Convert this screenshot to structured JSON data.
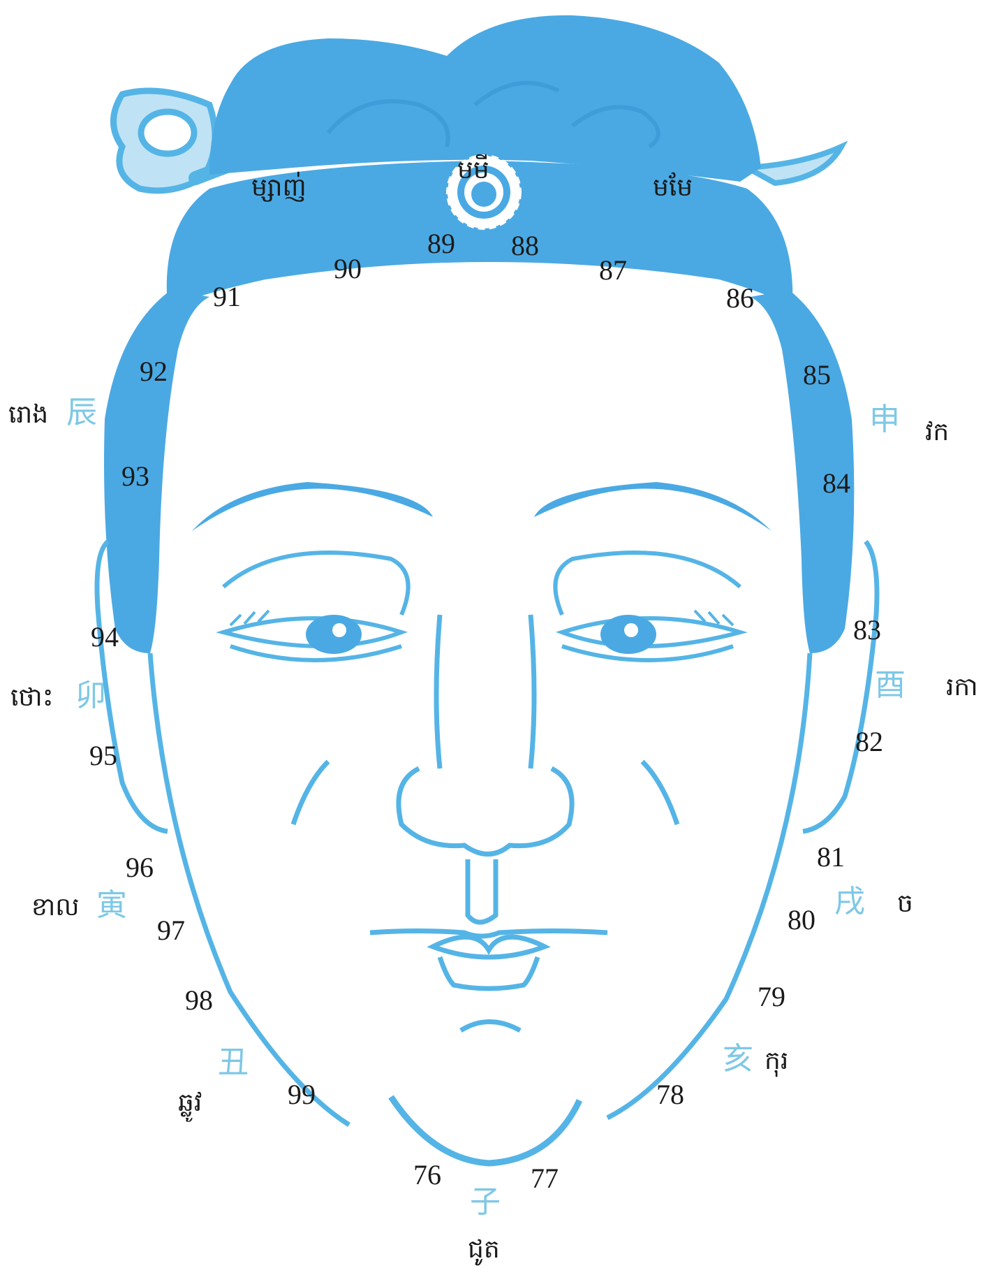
{
  "colors": {
    "cap": "#4aa9e3",
    "cap_dark": "#3592cf",
    "line": "#55b4e6",
    "cjk": "#7ec8e6",
    "text": "#1a1a1a"
  },
  "numbers": [
    "76",
    "77",
    "78",
    "79",
    "80",
    "81",
    "82",
    "83",
    "84",
    "85",
    "86",
    "87",
    "88",
    "89",
    "90",
    "91",
    "92",
    "93",
    "94",
    "95",
    "96",
    "97",
    "98",
    "99"
  ],
  "branches": {
    "zi": {
      "cjk": "子",
      "khmer": "ជូត"
    },
    "chou": {
      "cjk": "丑",
      "khmer": "ឆ្លូវ"
    },
    "yin": {
      "cjk": "寅",
      "khmer": "ខាល"
    },
    "mao": {
      "cjk": "卯",
      "khmer": "ថោះ"
    },
    "chen": {
      "cjk": "辰",
      "khmer": "រោង"
    },
    "shen": {
      "cjk": "申",
      "khmer": "វក"
    },
    "you": {
      "cjk": "酉",
      "khmer": "រកា"
    },
    "xu": {
      "cjk": "戌",
      "khmer": "ច"
    },
    "hai": {
      "cjk": "亥",
      "khmer": "កុរ"
    }
  },
  "cap_labels": {
    "left": "ម្សាញ់",
    "center": "មមី",
    "right": "មមែ"
  }
}
